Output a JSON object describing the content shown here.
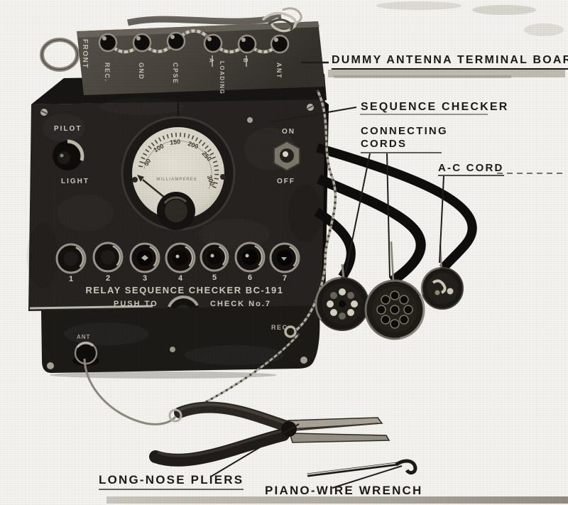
{
  "figure": {
    "annotations": {
      "dummy_antenna": "DUMMY ANTENNA TERMINAL BOARD",
      "sequence_checker": "SEQUENCE CHECKER",
      "connecting_line1": "CONNECTING",
      "connecting_line2": "CORDS",
      "ac_cord": "A-C CORD",
      "long_nose_pliers": "LONG-NOSE PLIERS",
      "piano_wire_wrench": "PIANO-WIRE WRENCH"
    },
    "terminal_board": {
      "front": "FRONT",
      "post_labels": [
        "REC.",
        "GND",
        "CPSE",
        "A",
        "LOADING",
        "B",
        "ANT"
      ]
    },
    "panel": {
      "pilot_line1": "PILOT",
      "pilot_line2": "LIGHT",
      "switch_on": "ON",
      "switch_off": "OFF",
      "title": "RELAY SEQUENCE CHECKER BC-191",
      "push_to": "PUSH TO",
      "check_no": "CHECK No.7",
      "button_numbers": [
        "1",
        "2",
        "3",
        "4",
        "5",
        "6",
        "7"
      ],
      "ant_terminal": "ANT",
      "rec_terminal": "REC"
    },
    "meter": {
      "unit": "MILLIAMPERES",
      "ticks": [
        "50",
        "100",
        "150",
        "200",
        "250",
        "300"
      ]
    },
    "colors": {
      "background": "#f4f3ef",
      "equipment_dark": "#24211d",
      "label_ink": "#1d1a17",
      "meter_face": "#ddd8cc"
    }
  }
}
